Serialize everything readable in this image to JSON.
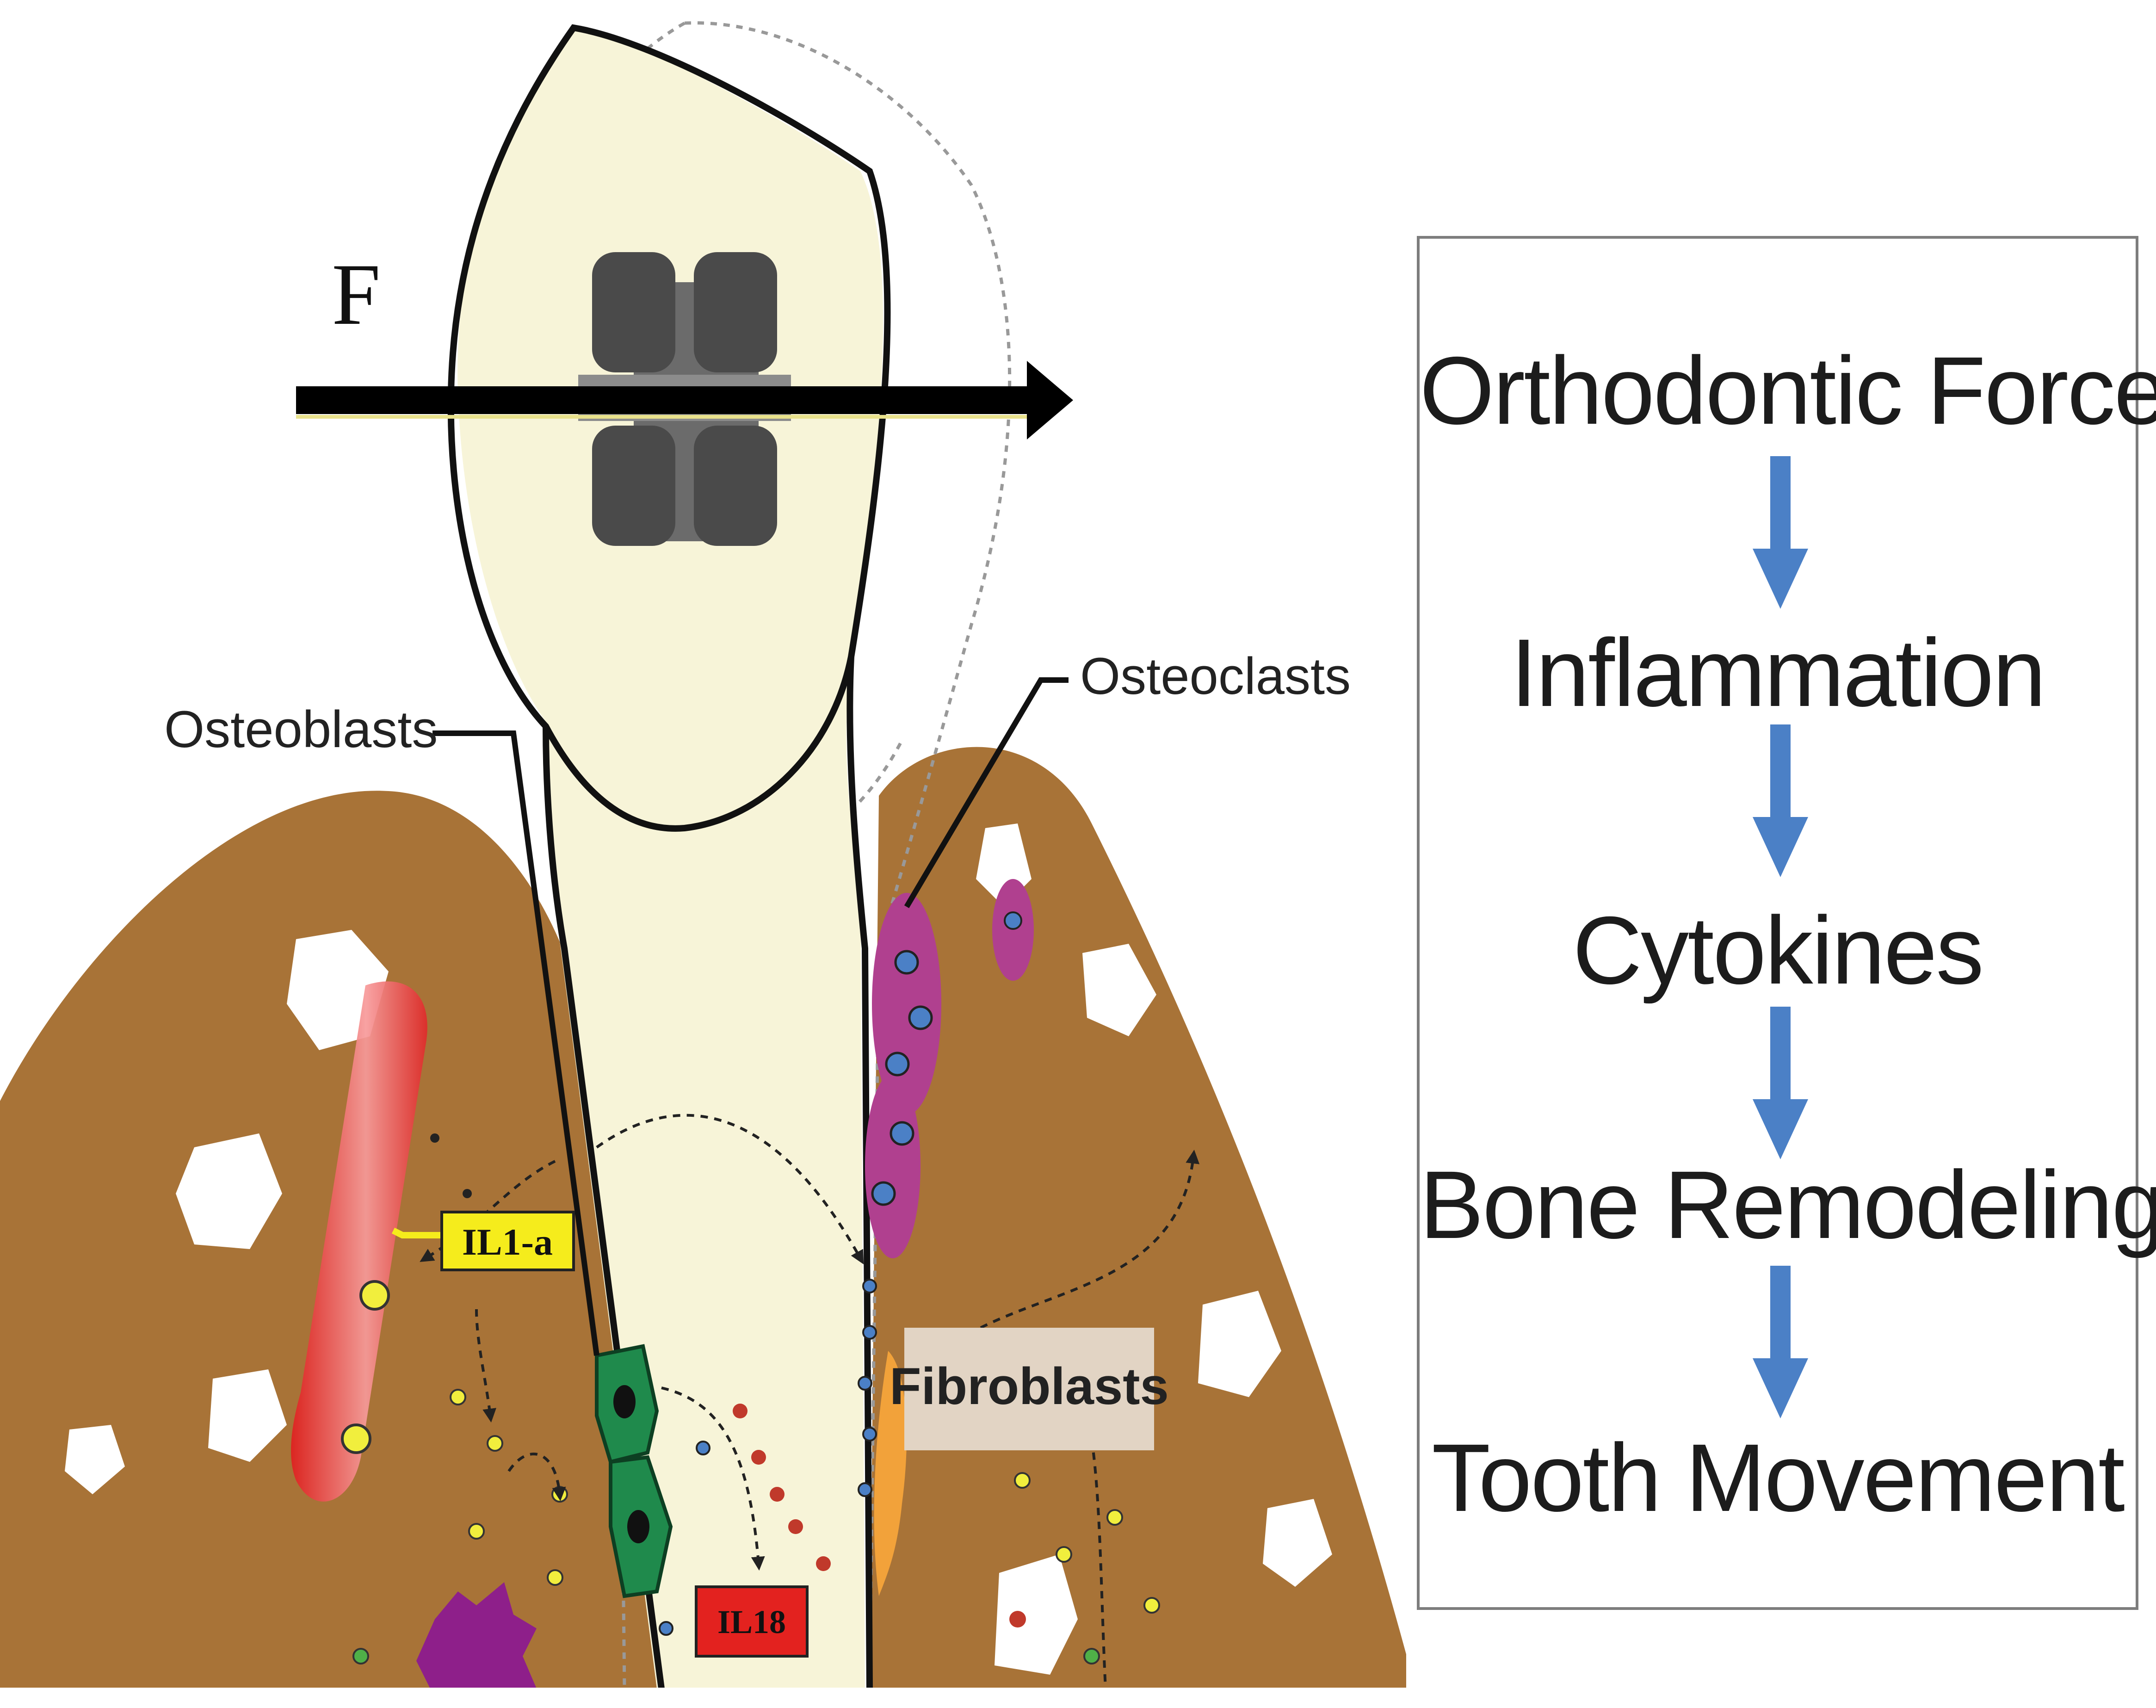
{
  "diagram": {
    "force_label": "F",
    "labels": {
      "osteoblasts": "Osteoblasts",
      "osteoclasts": "Osteoclasts",
      "fibroblasts": "Fibroblasts",
      "il1a": "IL1-a",
      "il18": "IL18"
    },
    "colors": {
      "bone": "#a87337",
      "tooth_fill": "#f7f4d8",
      "il1a_badge": "#f5ec1c",
      "il18_badge": "#e3221f",
      "fibroblast_badge": "#e2d4c4",
      "flow_arrow": "#4b80c6",
      "osteoblast_cell": "#1f8a4c",
      "osteoclast_cell": "#b0408f"
    }
  },
  "flow": {
    "steps": [
      "Orthodontic Forces",
      "Inflammation",
      "Cytokines",
      "Bone Remodeling",
      "Tooth Movement"
    ]
  }
}
